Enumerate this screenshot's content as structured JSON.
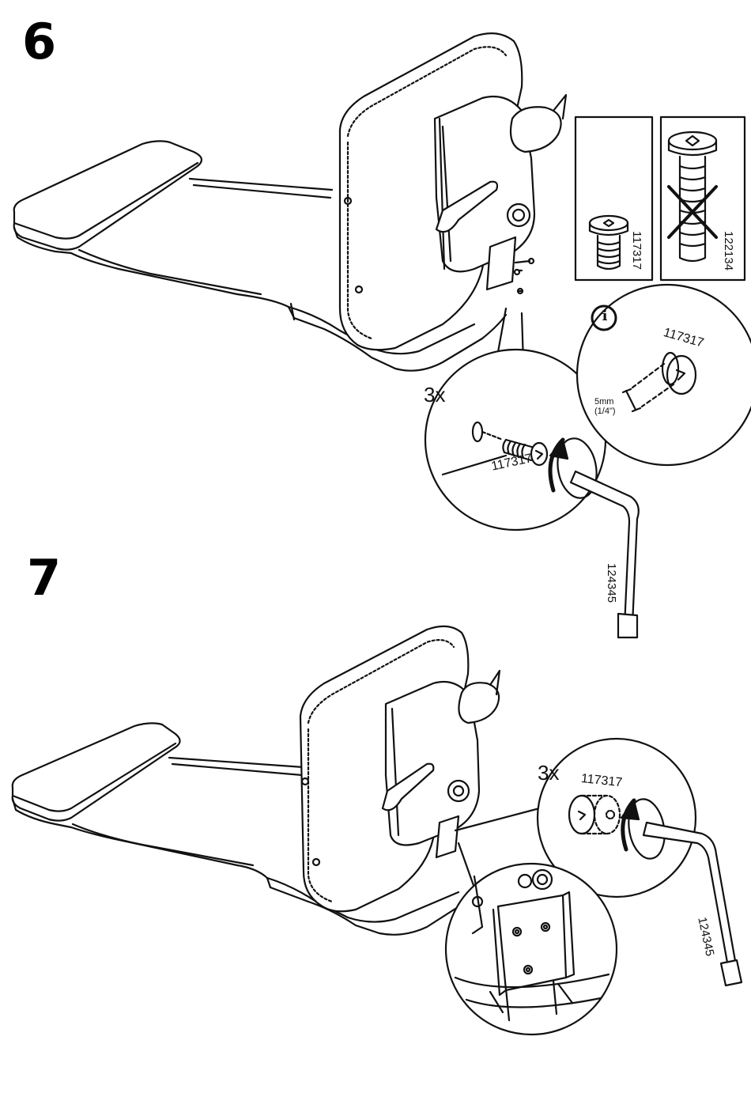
{
  "steps": [
    {
      "number": "6",
      "quantity": "3x",
      "screw_part": "117317",
      "rejected_screw_part": "122134",
      "tool_part": "124345",
      "info_icon": "info-icon",
      "info_part": "117317",
      "info_depth": "5mm",
      "info_depth_imperial": "(1/4\")"
    },
    {
      "number": "7",
      "quantity": "3x",
      "screw_part": "117317",
      "tool_part": "124345"
    }
  ],
  "colors": {
    "line": "#111111",
    "background": "#ffffff"
  }
}
